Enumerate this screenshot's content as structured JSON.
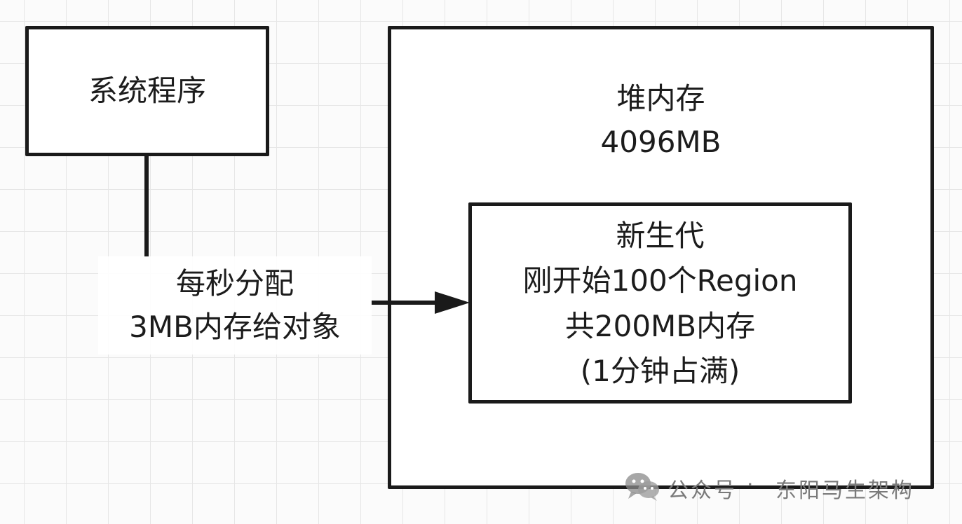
{
  "system_box": {
    "label": "系统程序"
  },
  "heap_box": {
    "title": "堆内存",
    "size": "4096MB"
  },
  "young_gen_box": {
    "title": "新生代",
    "line1": "刚开始100个Region",
    "line2": "共200MB内存",
    "line3": "(1分钟占满)"
  },
  "allocation_label": {
    "line1": "每秒分配",
    "line2": "3MB内存给对象"
  },
  "watermark": {
    "icon": "wechat-icon",
    "prefix": "公众号",
    "separator": "·",
    "name": "东阳马生架构"
  }
}
